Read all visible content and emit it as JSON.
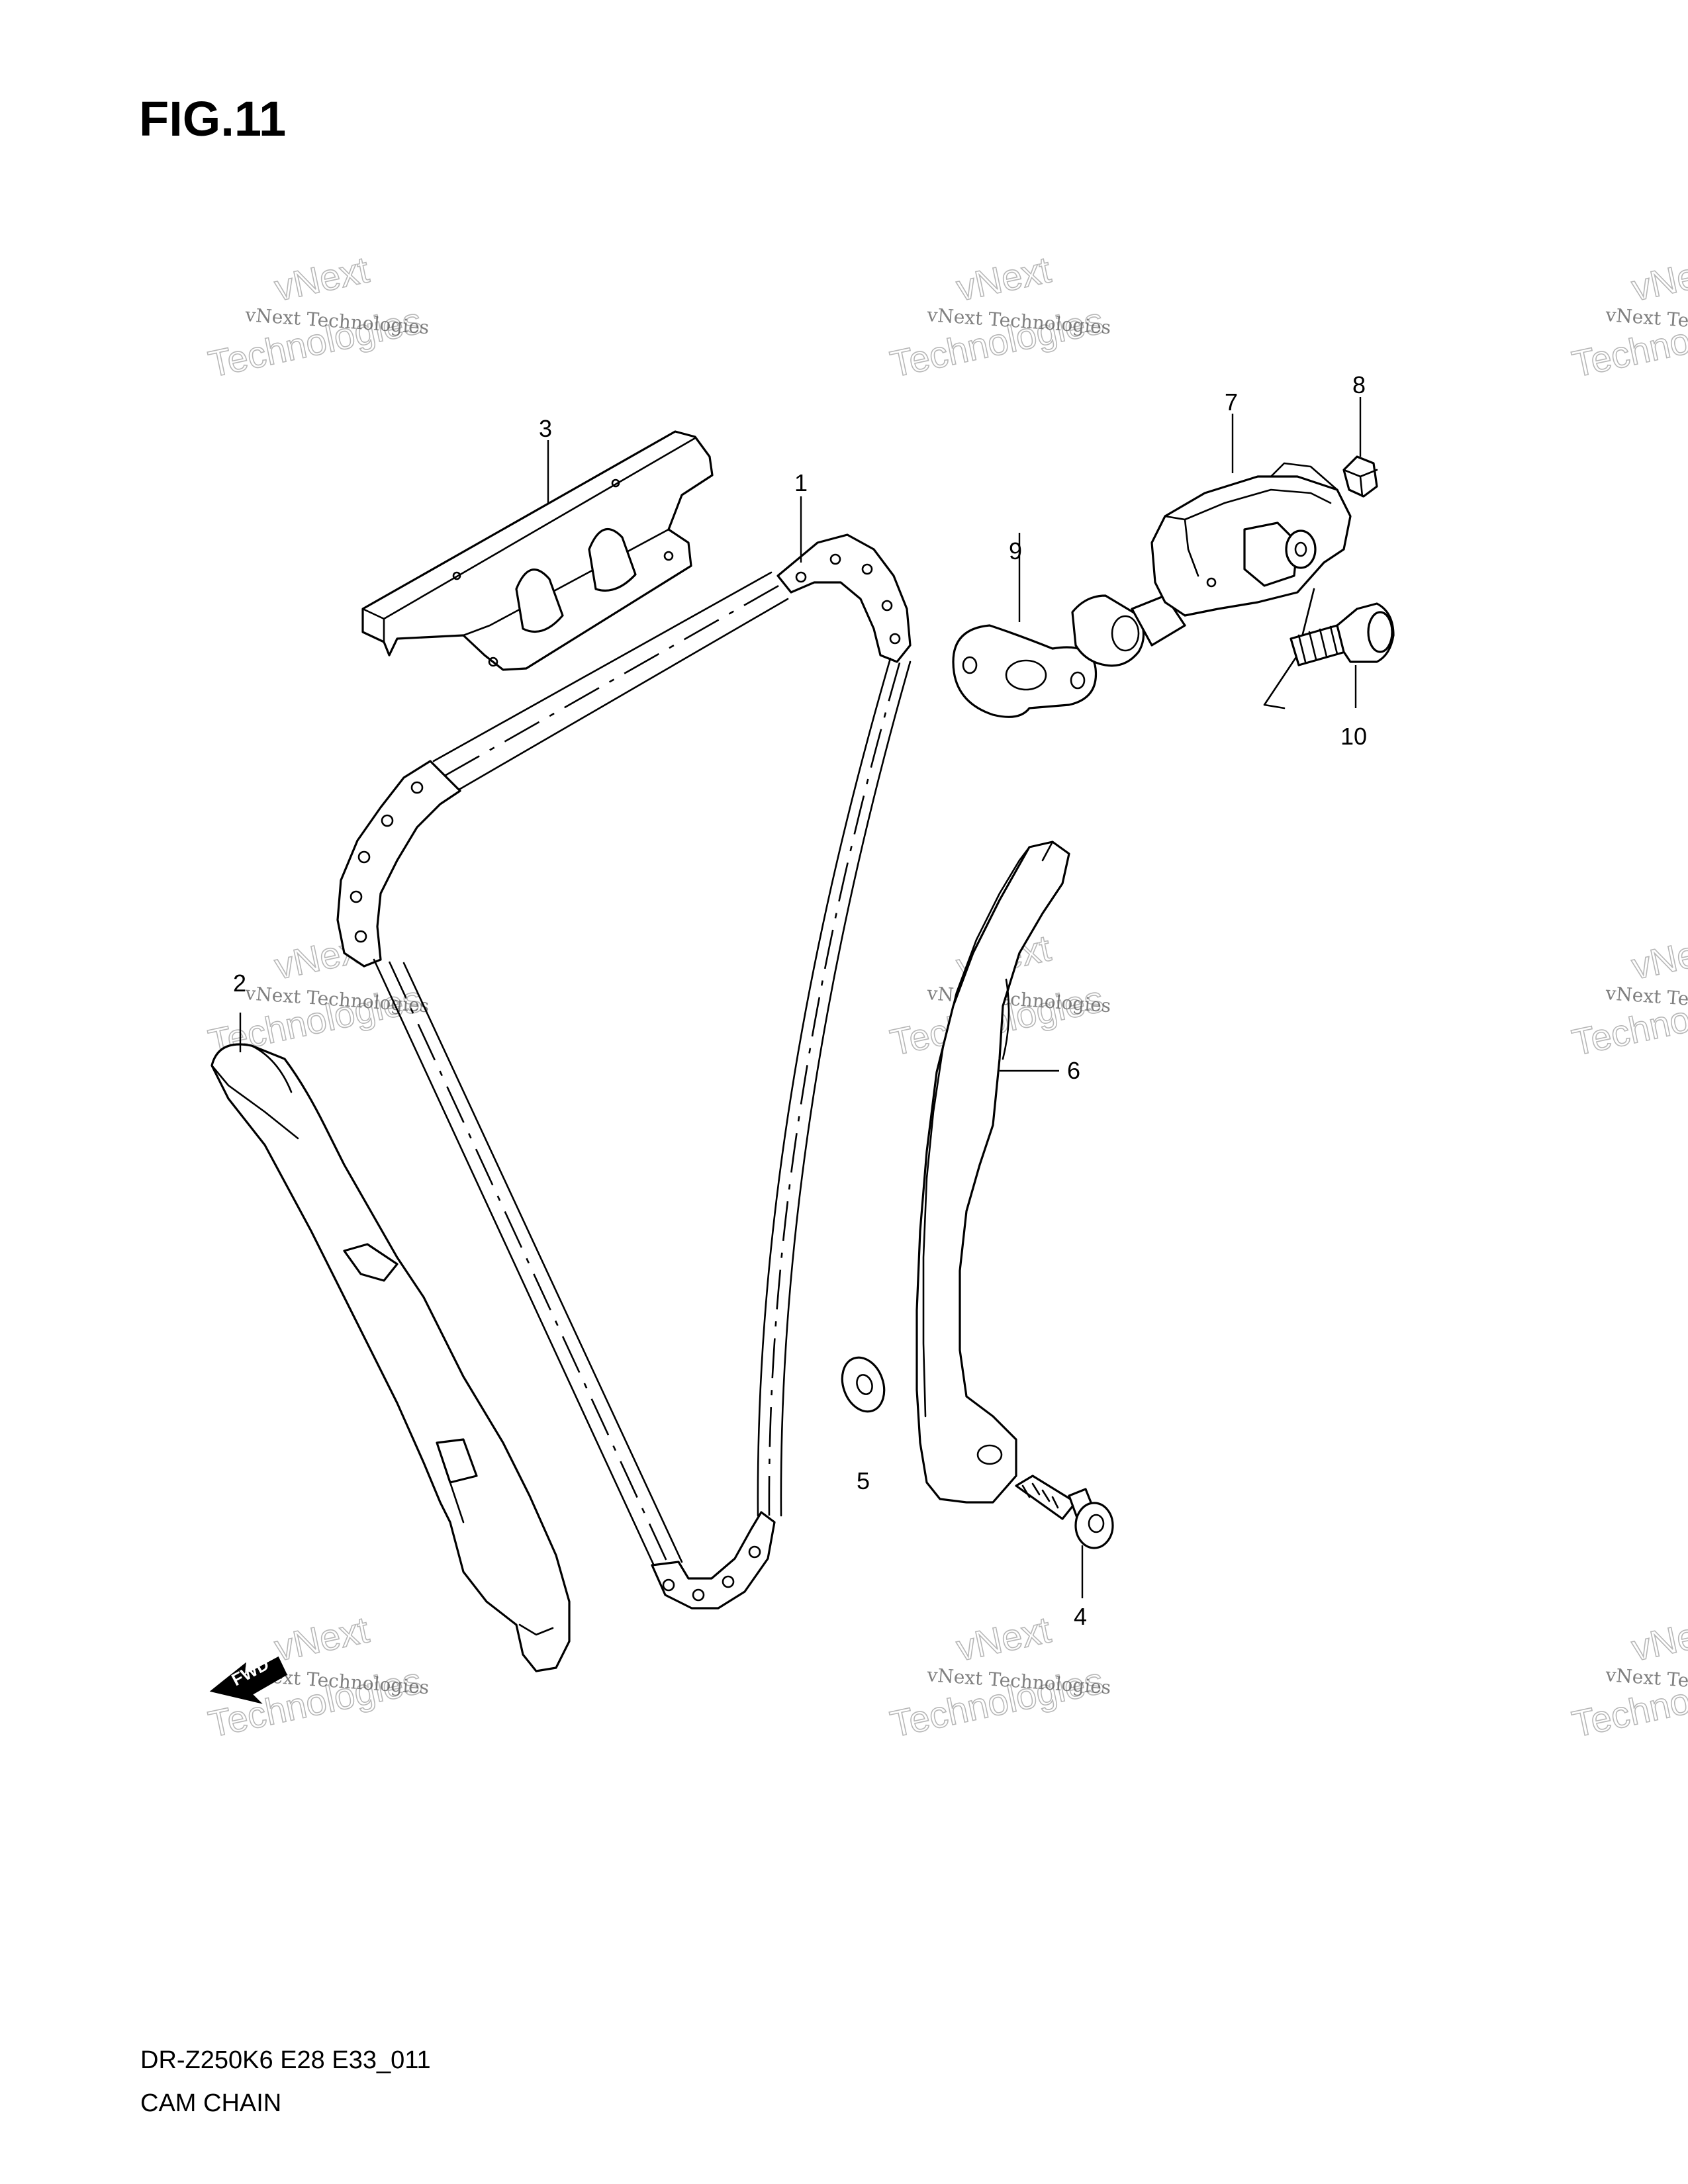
{
  "figure": {
    "title": "FIG.11",
    "model_code": "DR-Z250K6 E28 E33_011",
    "section_name": "CAM CHAIN"
  },
  "callouts": {
    "c1": "1",
    "c2": "2",
    "c3": "3",
    "c4": "4",
    "c5": "5",
    "c6": "6",
    "c7": "7",
    "c8": "8",
    "c9": "9",
    "c10": "10"
  },
  "watermark": {
    "line1": "vNext Technologies",
    "line2": "vNext",
    "line3": "Technologies"
  },
  "direction_arrow": {
    "label": "FWD"
  }
}
